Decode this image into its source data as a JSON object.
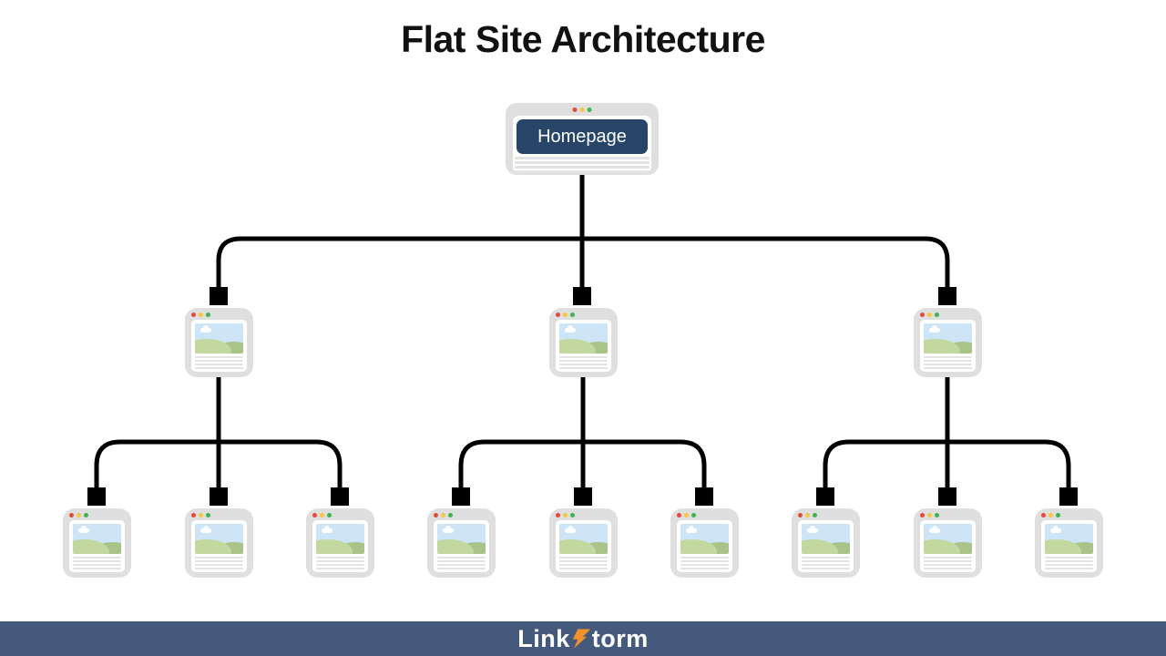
{
  "title": "Flat Site Architecture",
  "diagram": {
    "type": "site-architecture-tree",
    "root_label": "Homepage",
    "levels": 3,
    "node_style": "browser-window-with-image-placeholder",
    "branches": [
      {
        "children": 3
      },
      {
        "children": 3
      },
      {
        "children": 3
      }
    ]
  },
  "footer": {
    "brand_prefix": "Link",
    "brand_suffix": "torm",
    "logo_icon": "lightning-bolt-icon"
  },
  "icons": {
    "window_controls": [
      "red-dot-icon",
      "yellow-dot-icon",
      "green-dot-icon"
    ],
    "image_placeholder": [
      "cloud-icon",
      "hill-shapes"
    ],
    "connector_end": "arrowhead-down"
  },
  "colors": {
    "header_navy": "#274569",
    "footer_bg": "#44597B",
    "bolt_orange": "#F0922B",
    "connector": "#000000",
    "frame_gray": "#DFDFDF",
    "dot_red": "#E5493A",
    "dot_yellow": "#F5C63F",
    "dot_green": "#3EB54E",
    "thumb_sky": "#CDE5F6",
    "hill_light": "#C3D89E",
    "hill_dark": "#AAC389",
    "line_gray": "#E3E3E3"
  }
}
